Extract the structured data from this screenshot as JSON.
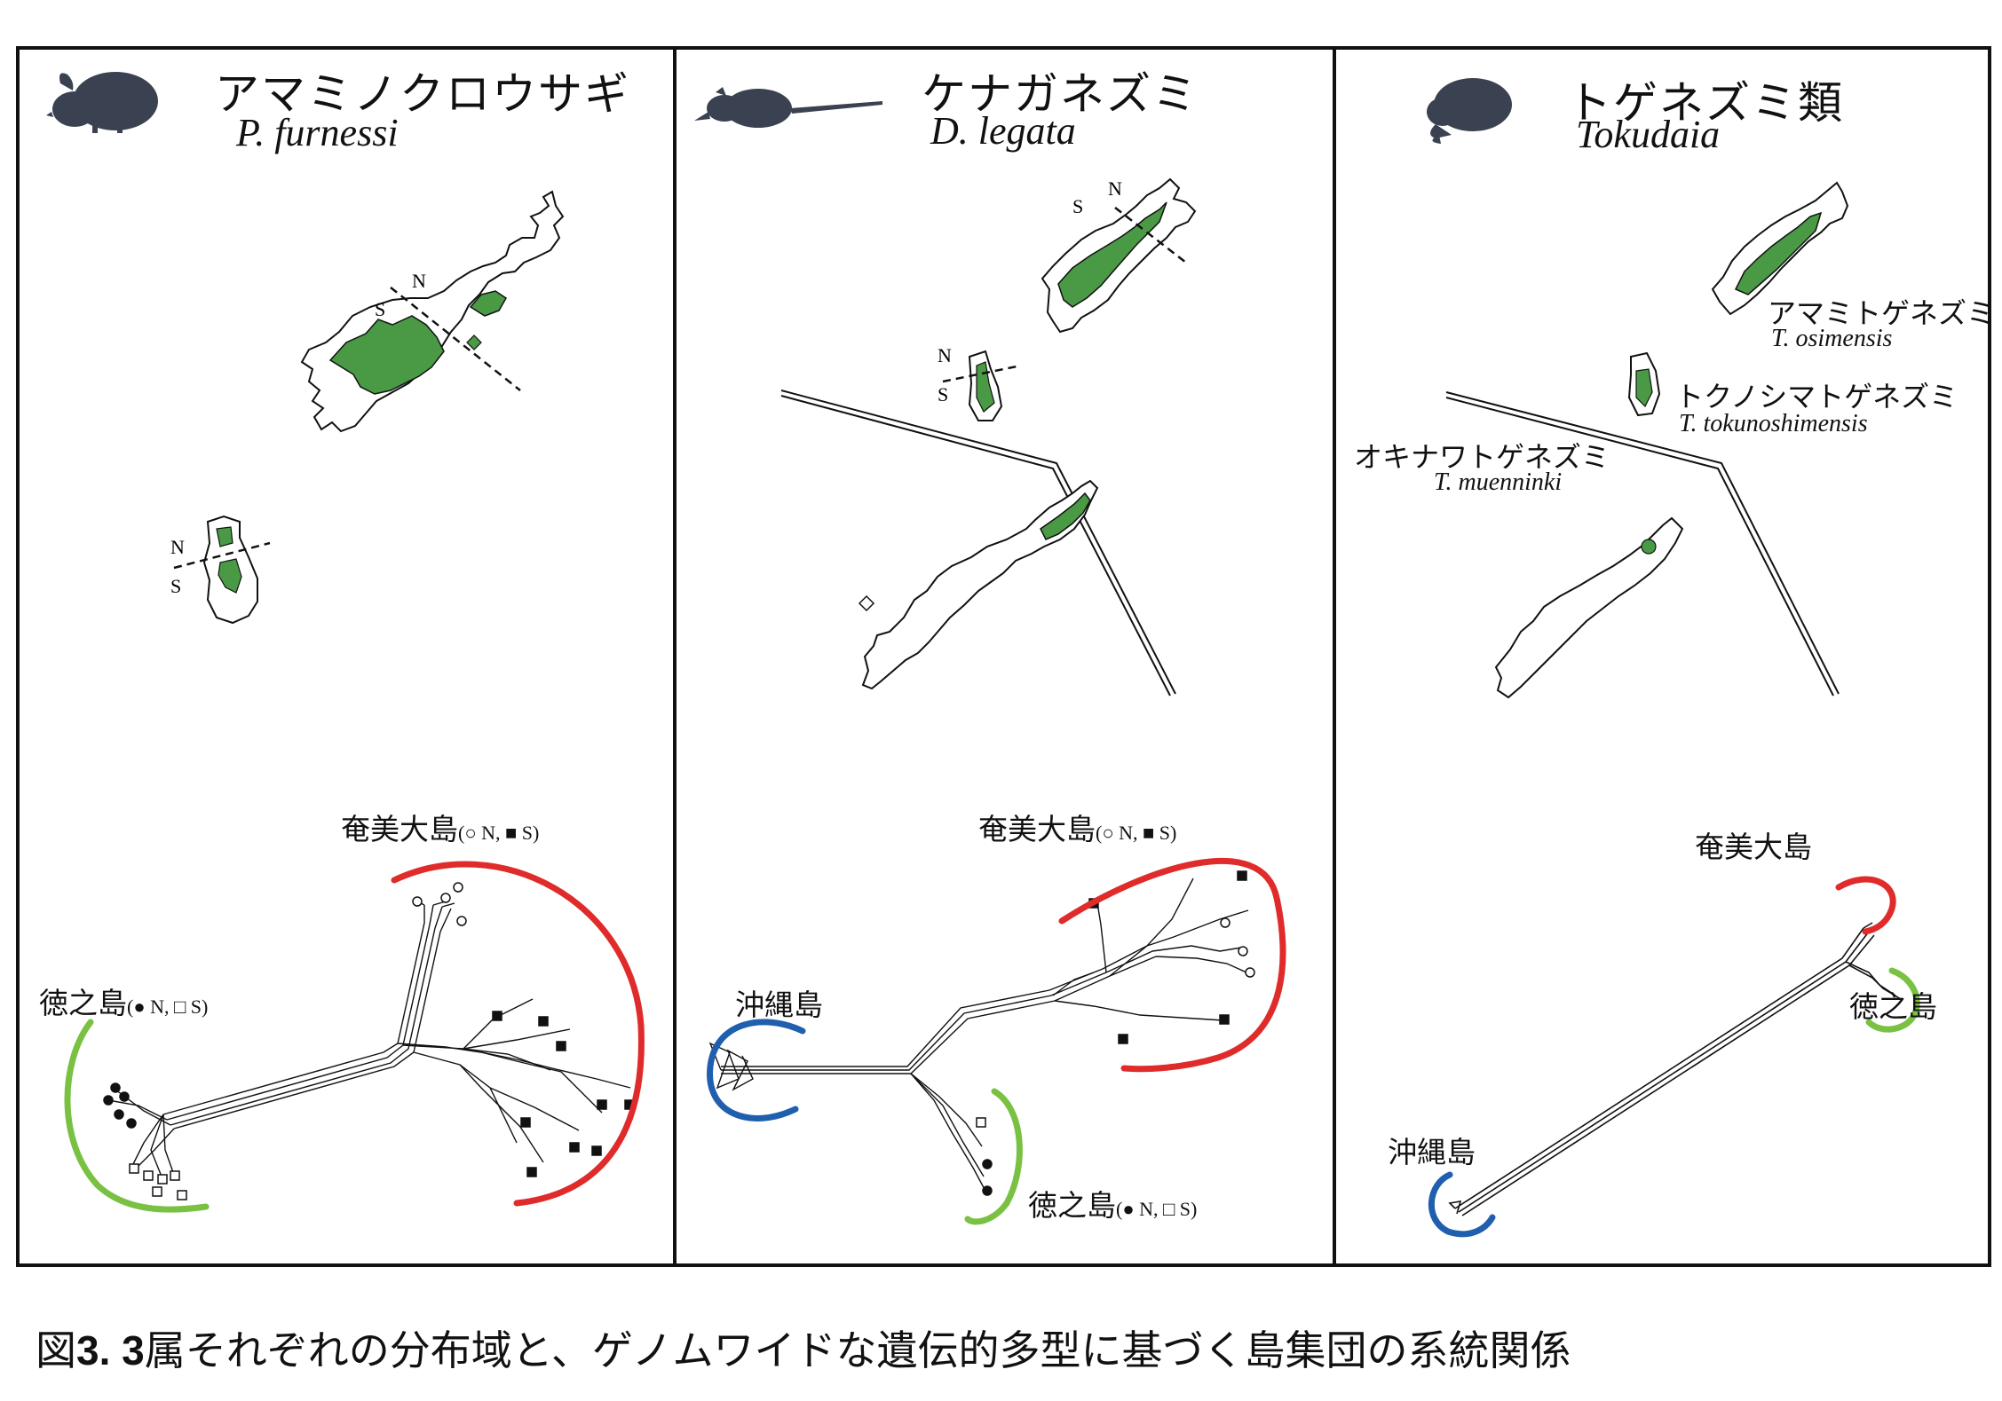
{
  "panels": [
    {
      "name_ja": "アマミノクロウサギ",
      "name_sci": "P. furnessi",
      "amami_label": "奄美大島",
      "amami_legend": "(○ N, ■ S)",
      "tokunoshima_label": "徳之島",
      "tokunoshima_legend": "(● N, □ S)",
      "icon": "rabbit-silhouette-icon"
    },
    {
      "name_ja": "ケナガネズミ",
      "name_sci": "D. legata",
      "amami_label": "奄美大島",
      "amami_legend": "(○ N, ■ S)",
      "okinawa_label": "沖縄島",
      "tokunoshima_label": "徳之島",
      "tokunoshima_legend": "(● N, □ S)",
      "icon": "rat-silhouette-icon"
    },
    {
      "name_ja": "トゲネズミ類",
      "name_sci": "Tokudaia",
      "amami_label": "奄美大島",
      "tokunoshima_label": "徳之島",
      "okinawa_label": "沖縄島",
      "species": [
        {
          "ja": "アマミトゲネズミ",
          "sci": "T. osimensis"
        },
        {
          "ja": "トクノシマトゲネズミ",
          "sci": "T. tokunoshimensis"
        },
        {
          "ja": "オキナワトゲネズミ",
          "sci": "T. muenninki"
        }
      ],
      "icon": "spiny-rat-silhouette-icon"
    }
  ],
  "compass": {
    "north": "N",
    "south": "S"
  },
  "colors": {
    "amami": "#e02b2b",
    "tokunoshima": "#7ac143",
    "okinawa": "#1f5fae",
    "habitat": "#4a9a45",
    "silhouette": "#3a4150"
  },
  "caption": {
    "prefix": "図",
    "number": "3",
    "separator": ". ",
    "count": "3",
    "text": "属それぞれの分布域と、ゲノムワイドな遺伝的多型に基づく島集団の系統関係"
  }
}
